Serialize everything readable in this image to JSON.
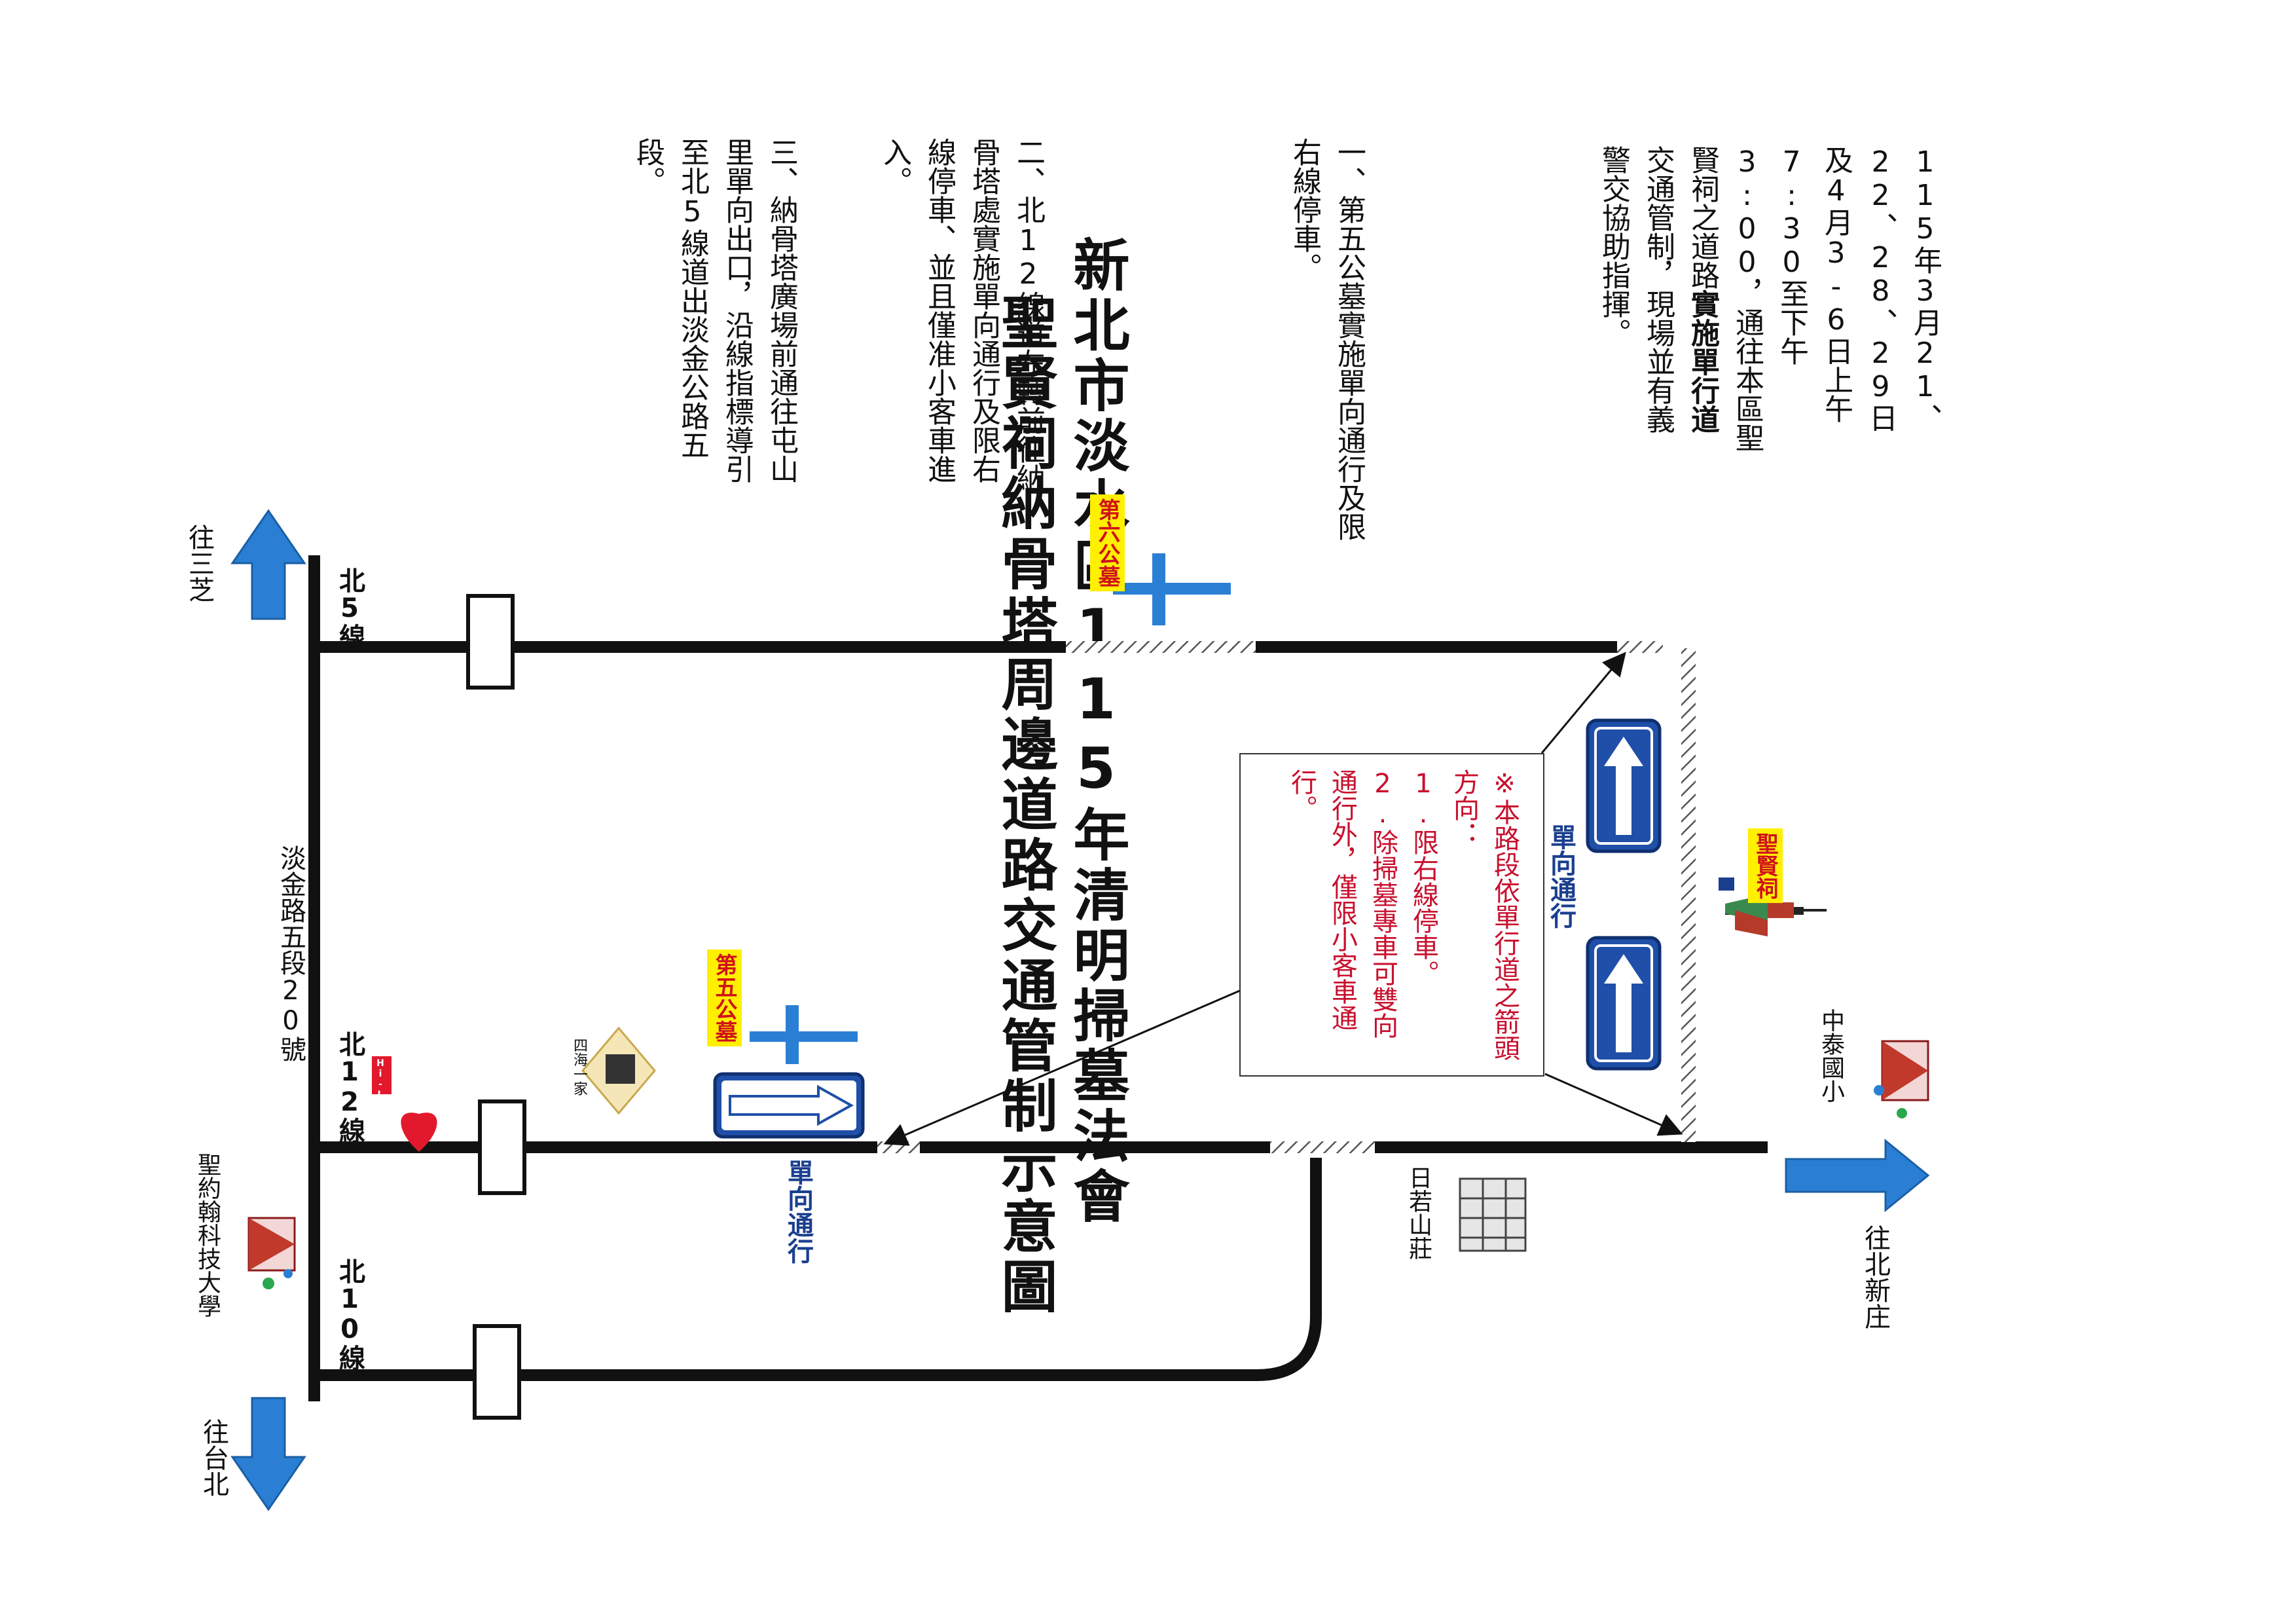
{
  "title_line1": "新北市淡水區115年清明掃墓法會",
  "title_line2": "聖賢祠納骨塔周邊道路交通管制示意圖",
  "intro": {
    "part1": "115年3月21、22、28、29日及4月3-6日上午7:30至下午3:00，通往本區聖賢祠之道路",
    "emphasis": "實施單行道",
    "part2": "交通管制，現場並有義警交協助指揮。"
  },
  "rules": [
    "一、第五公墓實施單向通行及限右線停車。",
    "二、北12線道左轉前往納骨塔處實施單向通行及限右線停車、並且僅准小客車進入。",
    "三、納骨塔廣場前通往屯山里單向出口，沿線指標導引至北5線道出淡金公路五段。"
  ],
  "note": {
    "heading": "※本路段依單行道之箭頭方向：",
    "item1": "1.限右線停車。",
    "item2": "2.除掃墓專車可雙向通行外，僅限小客車通行。"
  },
  "roads": {
    "n5": "北5線",
    "n12": "北12線",
    "n10": "北10線",
    "main": "淡金路五段20號"
  },
  "destinations": {
    "sanzhi": "往三芝",
    "taipei": "往台北",
    "beixinzhuang": "往北新庄"
  },
  "landmarks": {
    "cemetery6": "第六公墓",
    "cemetery5": "第五公墓",
    "shrine": "聖賢祠",
    "school": "中泰國小",
    "apartment": "日若山莊",
    "university": "聖約翰科技大學",
    "shop": "四海一家",
    "hilife": "Hi-Life",
    "oneway1": "單向通行",
    "oneway2": "單向通行"
  },
  "colors": {
    "road": "#111111",
    "arrow_blue": "#2a7fd4",
    "sign_blue": "#1f4fa8",
    "tag_yellow": "#ffef00",
    "tag_red": "#d0111b",
    "note_red": "#c8102e"
  }
}
